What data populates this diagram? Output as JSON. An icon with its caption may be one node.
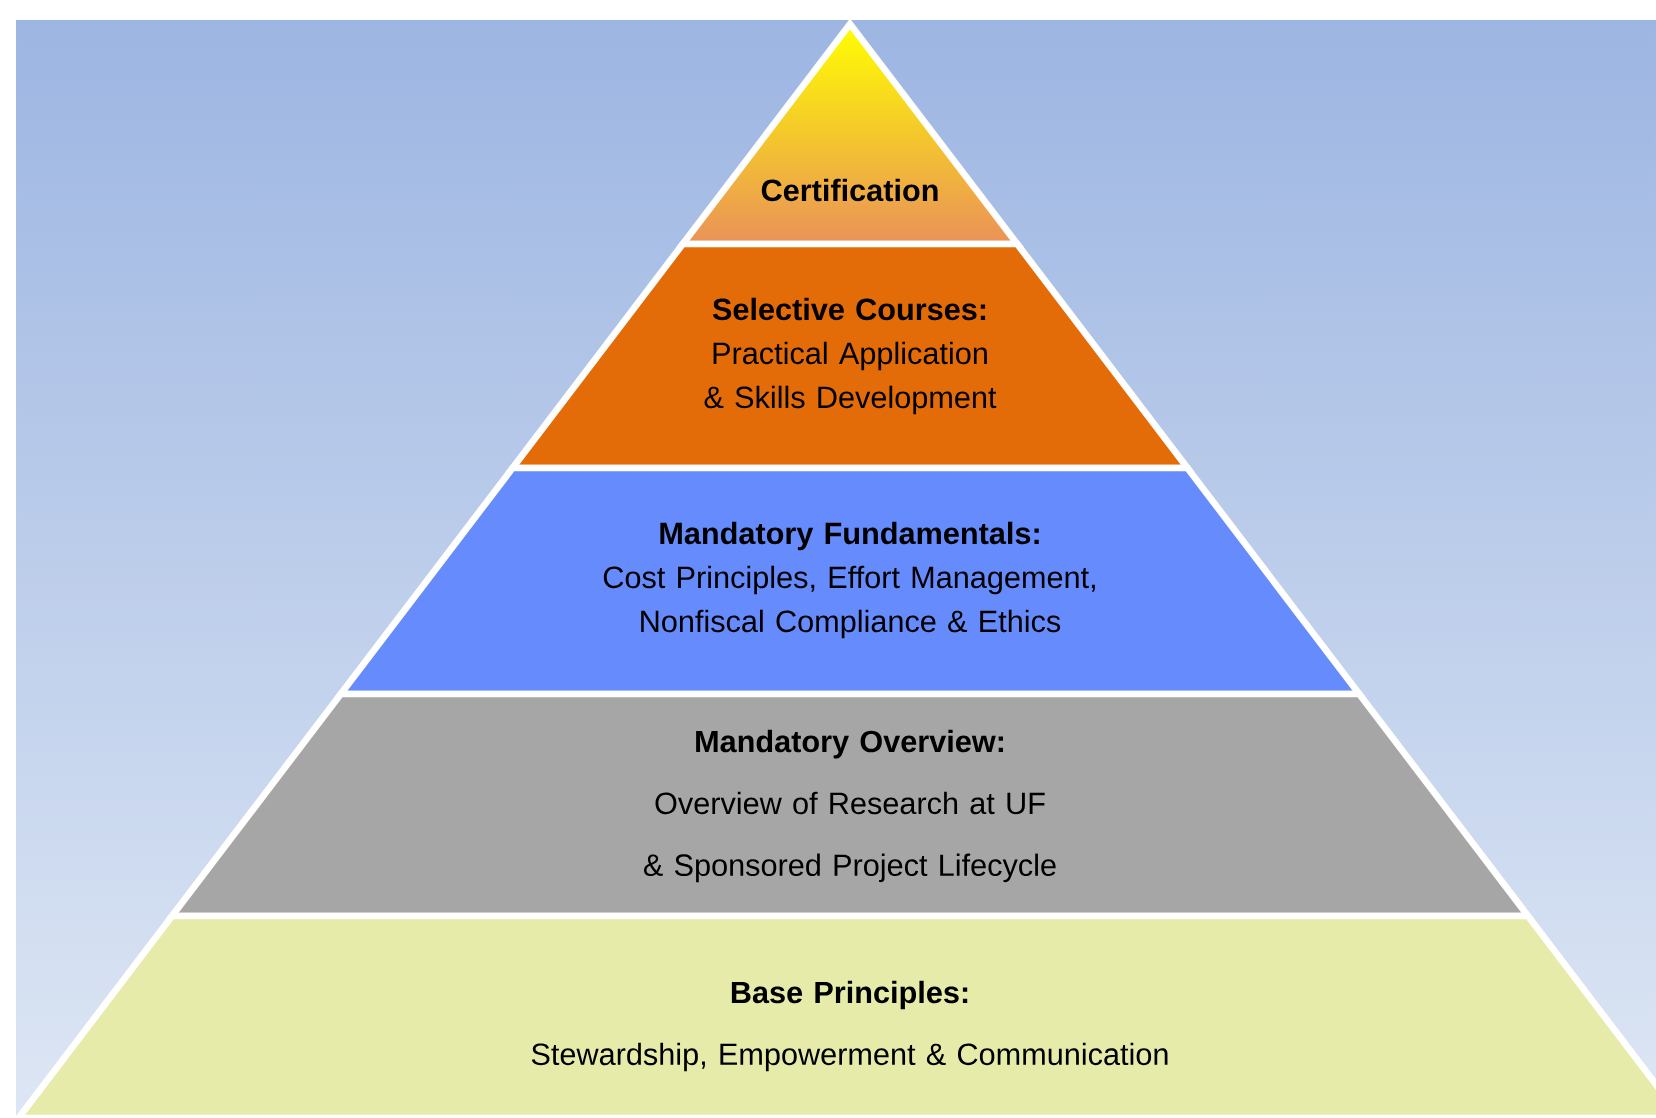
{
  "diagram": {
    "nodes": [
      {
        "text": [
          "Certification"
        ]
      },
      {
        "text": [
          "Selective Courses:",
          "Practical Application & Skills Development"
        ]
      },
      {
        "text": [
          "Mandatory Fundamentals:",
          "Cost Principles, Effort Management, Nonfiscal Compliance & Ethics"
        ]
      },
      {
        "text": [
          "Mandatory Overview:",
          "Overview of Research at UF & Sponsored Project Lifecycle"
        ]
      },
      {
        "text": [
          "Base Principles:",
          "Stewardship, Empowerment & Communication"
        ]
      }
    ]
  }
}
